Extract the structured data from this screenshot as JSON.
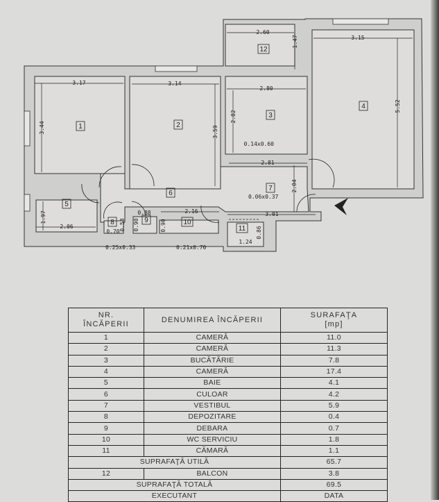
{
  "plan": {
    "room_numbers": [
      "1",
      "2",
      "3",
      "4",
      "5",
      "6",
      "7",
      "8",
      "9",
      "10",
      "11",
      "12"
    ],
    "dims": {
      "r1w": "3.17",
      "r1h": "3.44",
      "r2w": "3.14",
      "r2h": "3.59",
      "r3w": "2.80",
      "r3h": "2.82",
      "r4w": "3.15",
      "r4h": "5.52",
      "r12w": "2.60",
      "r12h": "1.47",
      "r5w": "2.06",
      "r5h": "1.97",
      "vw": "2.81",
      "vh": "2.04",
      "hall": "3.01",
      "r10w": "2.16",
      "r9w": "0.88",
      "r9h": "0.90",
      "r10h": "0.90",
      "r8w": "0.70",
      "r8h": "0.58",
      "r11w": "1.24",
      "r11h": "0.86",
      "n1": "0.14x0.60",
      "n2": "0.06x0.37",
      "n3": "0.25x0.33",
      "n4": "0.21x0.70"
    }
  },
  "table": {
    "headers": {
      "nr": "NR.",
      "nr2": "ÎNCĂPERII",
      "name": "DENUMIREA ÎNCĂPERII",
      "area": "SURAFAŢA",
      "unit": "[mp]"
    },
    "rows": [
      {
        "nr": "1",
        "name": "CAMERĂ",
        "area": "11.0"
      },
      {
        "nr": "2",
        "name": "CAMERĂ",
        "area": "11.3"
      },
      {
        "nr": "3",
        "name": "BUCĂTĂRIE",
        "area": "7.8"
      },
      {
        "nr": "4",
        "name": "CAMERĂ",
        "area": "17.4"
      },
      {
        "nr": "5",
        "name": "BAIE",
        "area": "4.1"
      },
      {
        "nr": "6",
        "name": "CULOAR",
        "area": "4.2"
      },
      {
        "nr": "7",
        "name": "VESTIBUL",
        "area": "5.9"
      },
      {
        "nr": "8",
        "name": "DEPOZITARE",
        "area": "0.4"
      },
      {
        "nr": "9",
        "name": "DEBARA",
        "area": "0.7"
      },
      {
        "nr": "10",
        "name": "WC SERVICIU",
        "area": "1.8"
      },
      {
        "nr": "11",
        "name": "CĂMARĂ",
        "area": "1.1"
      }
    ],
    "useful": {
      "label": "SUPRAFAŢĂ UTILĂ",
      "area": "65.7"
    },
    "balcony": {
      "nr": "12",
      "name": "BALCON",
      "area": "3.8"
    },
    "total": {
      "label": "SUPRAFAŢĂ TOTALĂ",
      "area": "69.5"
    },
    "footer": {
      "executant": "EXECUTANT",
      "date": "DATA"
    }
  }
}
